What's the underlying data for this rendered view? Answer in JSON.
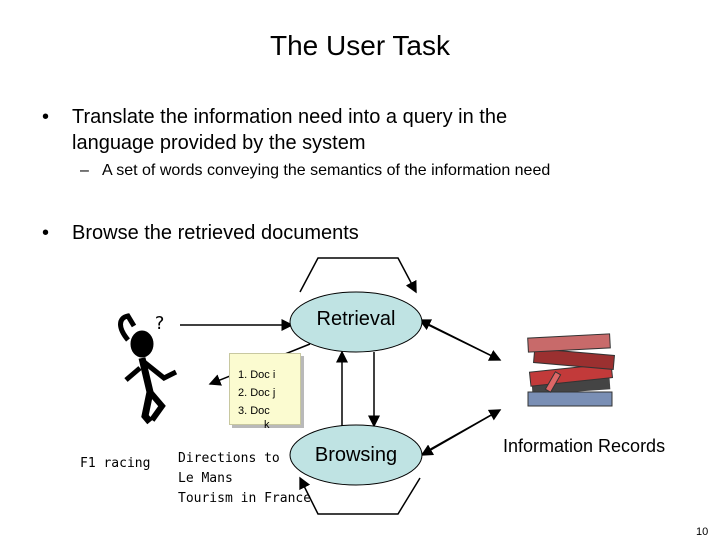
{
  "slide": {
    "title": "The User Task",
    "bullet1": {
      "marker": "•",
      "line1": "Translate the information need into a query in the",
      "line2": "language provided by the system",
      "sub": {
        "marker": "–",
        "text": "A set of words conveying the semantics of the information need"
      }
    },
    "bullet2": {
      "marker": "•",
      "text": "Browse the retrieved documents"
    },
    "diagram": {
      "retrieval_label": "Retrieval",
      "browsing_label": "Browsing",
      "question_mark": "?",
      "query_text": "F1 racing",
      "browse_text_lines": [
        "Directions to",
        "Le Mans",
        "Tourism in France"
      ],
      "result_list": [
        "1. Doc i",
        "2. Doc j",
        "3. Doc",
        "k"
      ],
      "info_records_label": "Information Records",
      "ellipse_color": "#bfe3e3"
    },
    "page_number": "10"
  }
}
